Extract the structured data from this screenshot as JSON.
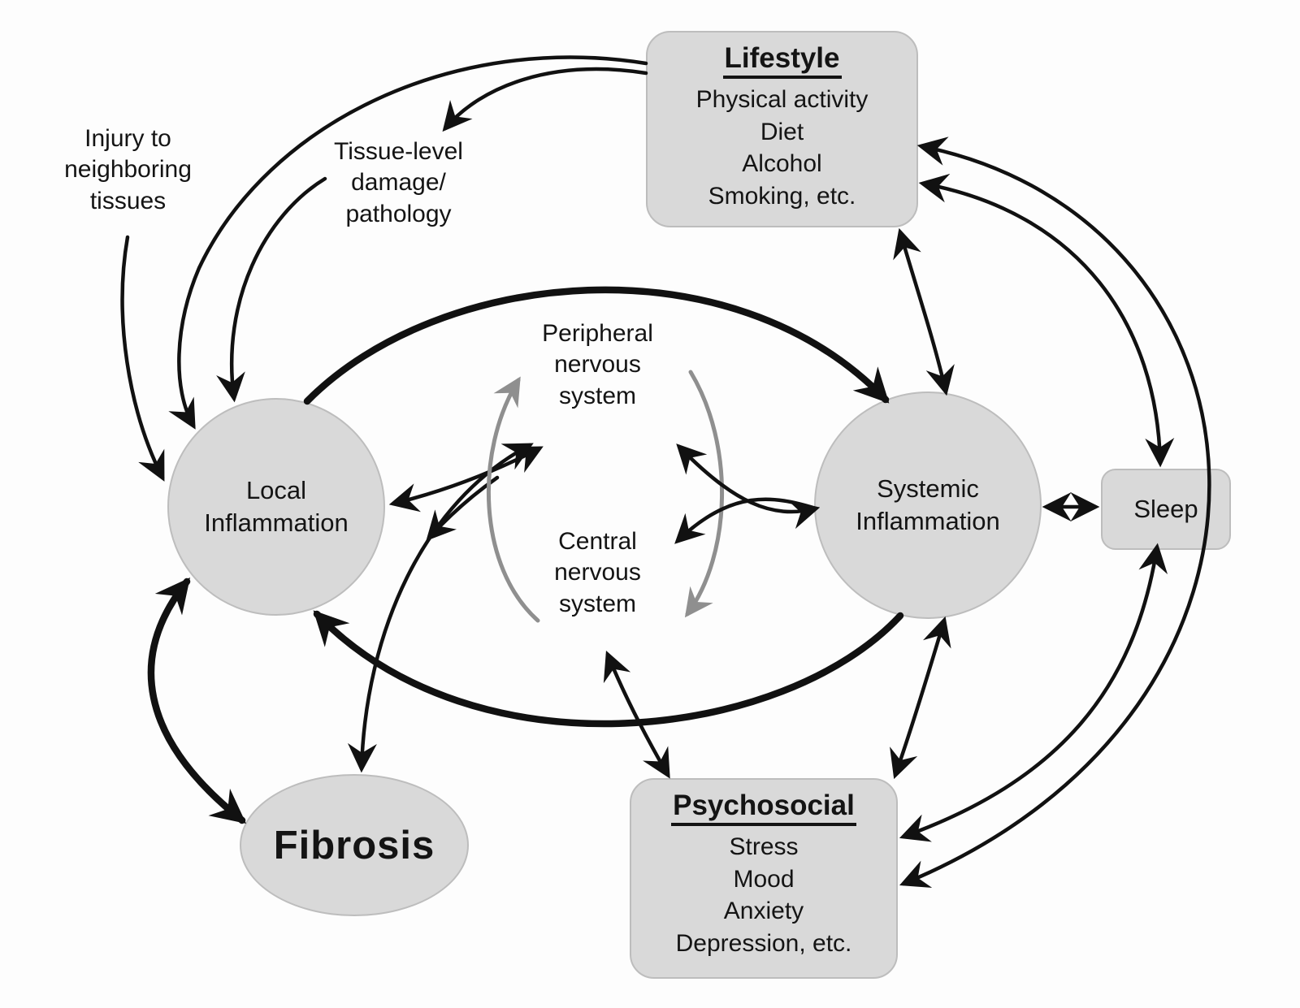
{
  "figure": {
    "kind": "concept-diagram",
    "topic": "Interactions among inflammation, nervous system, lifestyle and psychosocial factors"
  },
  "colors": {
    "background": "#fdfdfd",
    "node_fill": "#d9d9d9",
    "node_border": "#bdbdbd",
    "arrow": "#111111",
    "gray_arrow": "#8f8f8f"
  },
  "nodes": {
    "lifestyle": {
      "title": "Lifestyle",
      "items": [
        "Physical activity",
        "Diet",
        "Alcohol",
        "Smoking, etc."
      ]
    },
    "psychosocial": {
      "title": "Psychosocial",
      "items": [
        "Stress",
        "Mood",
        "Anxiety",
        "Depression, etc."
      ]
    },
    "injury": {
      "lines": [
        "Injury to",
        "neighboring",
        "tissues"
      ]
    },
    "tissue": {
      "lines": [
        "Tissue-level",
        "damage/",
        "pathology"
      ]
    },
    "pns": {
      "lines": [
        "Peripheral",
        "nervous",
        "system"
      ]
    },
    "cns": {
      "lines": [
        "Central",
        "nervous",
        "system"
      ]
    },
    "local_inflammation": {
      "lines": [
        "Local",
        "Inflammation"
      ]
    },
    "systemic_inflammation": {
      "lines": [
        "Systemic",
        "Inflammation"
      ]
    },
    "sleep": {
      "label": "Sleep"
    },
    "fibrosis": {
      "label": "Fibrosis"
    }
  },
  "edges": [
    {
      "from": "Lifestyle",
      "to": "Tissue-level damage/pathology",
      "style": "arrow"
    },
    {
      "from": "Lifestyle",
      "to": "Local Inflammation",
      "style": "arrow"
    },
    {
      "from": "Injury to neighboring tissues",
      "to": "Local Inflammation",
      "style": "arrow"
    },
    {
      "from": "Tissue-level damage/pathology",
      "to": "Local Inflammation",
      "style": "arrow"
    },
    {
      "from": "Local Inflammation",
      "to": "Systemic Inflammation",
      "style": "thick-arrow"
    },
    {
      "from": "Systemic Inflammation",
      "to": "Local Inflammation",
      "style": "thick-arrow"
    },
    {
      "from": "Local Inflammation",
      "to": "Fibrosis",
      "style": "thick-double-arrow"
    },
    {
      "from": "Local Inflammation",
      "to": "Peripheral nervous system",
      "style": "double-arrow"
    },
    {
      "from": "Fibrosis",
      "to": "Peripheral nervous system",
      "style": "double-arrow"
    },
    {
      "from": "Peripheral nervous system",
      "to": "Systemic Inflammation",
      "style": "double-arrow"
    },
    {
      "from": "Central nervous system",
      "to": "Systemic Inflammation",
      "style": "double-arrow"
    },
    {
      "from": "Central nervous system",
      "to": "Peripheral nervous system",
      "style": "gray-arrow"
    },
    {
      "from": "Peripheral nervous system",
      "to": "Central nervous system",
      "style": "gray-arrow"
    },
    {
      "from": "Central nervous system",
      "to": "Psychosocial",
      "style": "double-arrow"
    },
    {
      "from": "Systemic Inflammation",
      "to": "Psychosocial",
      "style": "double-arrow"
    },
    {
      "from": "Systemic Inflammation",
      "to": "Sleep",
      "style": "double-arrow"
    },
    {
      "from": "Lifestyle",
      "to": "Systemic Inflammation",
      "style": "double-arrow"
    },
    {
      "from": "Lifestyle",
      "to": "Sleep",
      "style": "double-arrow"
    },
    {
      "from": "Lifestyle",
      "to": "Psychosocial",
      "style": "double-arrow"
    },
    {
      "from": "Sleep",
      "to": "Psychosocial",
      "style": "double-arrow"
    }
  ]
}
